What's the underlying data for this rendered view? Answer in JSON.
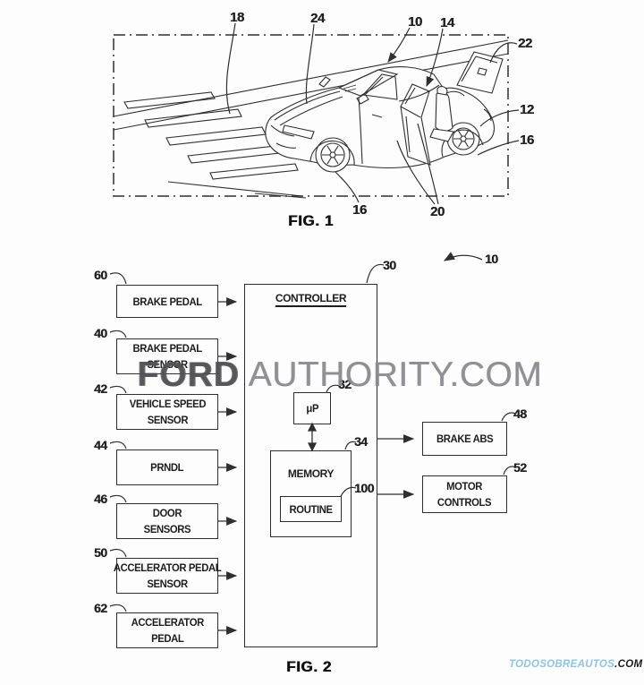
{
  "figure1": {
    "caption": "FIG. 1",
    "refs": [
      {
        "id": "18",
        "label": "18"
      },
      {
        "id": "24",
        "label": "24"
      },
      {
        "id": "10",
        "label": "10"
      },
      {
        "id": "14",
        "label": "14"
      },
      {
        "id": "22",
        "label": "22"
      },
      {
        "id": "12",
        "label": "12"
      },
      {
        "id": "16-right",
        "label": "16"
      },
      {
        "id": "16-bottom",
        "label": "16"
      },
      {
        "id": "20",
        "label": "20"
      }
    ]
  },
  "figure2": {
    "caption": "FIG. 2",
    "system_ref": "10",
    "controller": {
      "label": "CONTROLLER",
      "ref": "30"
    },
    "microprocessor": {
      "label": "μP",
      "ref": "32"
    },
    "memory": {
      "label": "MEMORY",
      "ref": "34"
    },
    "routine": {
      "label": "ROUTINE",
      "ref": "100"
    },
    "inputs": [
      {
        "label": "BRAKE PEDAL",
        "ref": "60"
      },
      {
        "label": "BRAKE PEDAL\nSENSOR",
        "ref": "40"
      },
      {
        "label": "VEHICLE SPEED\nSENSOR",
        "ref": "42"
      },
      {
        "label": "PRNDL",
        "ref": "44"
      },
      {
        "label": "DOOR\nSENSORS",
        "ref": "46"
      },
      {
        "label": "ACCELERATOR PEDAL\nSENSOR",
        "ref": "50"
      },
      {
        "label": "ACCELERATOR\nPEDAL",
        "ref": "62"
      }
    ],
    "outputs": [
      {
        "label": "BRAKE ABS",
        "ref": "48"
      },
      {
        "label": "MOTOR\nCONTROLS",
        "ref": "52"
      }
    ]
  },
  "watermarks": {
    "center": {
      "brand": "FORD",
      "rest": "AUTHORITY.COM"
    },
    "corner": {
      "blue": "TODOSOBREAUTOS",
      "dark": ".COM"
    }
  },
  "colors": {
    "line": "#2f2f2f",
    "watermark_bold": "#505055",
    "watermark_light": "#88888f",
    "corner_blue": "#8cc3ea",
    "corner_dark": "#1d1d20"
  }
}
